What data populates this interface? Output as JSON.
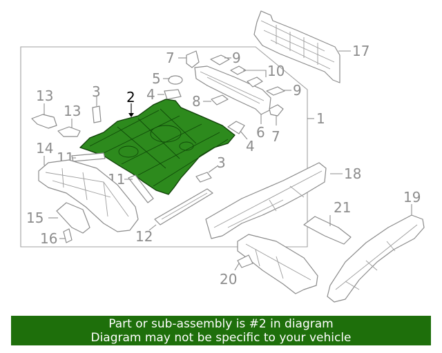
{
  "callouts": {
    "c1": "1",
    "c2": "2",
    "c3a": "3",
    "c3b": "3",
    "c4a": "4",
    "c4b": "4",
    "c5": "5",
    "c6": "6",
    "c7a": "7",
    "c7b": "7",
    "c8": "8",
    "c9a": "9",
    "c9b": "9",
    "c10": "10",
    "c11a": "11",
    "c11b": "11",
    "c12": "12",
    "c13a": "13",
    "c13b": "13",
    "c14": "14",
    "c15": "15",
    "c16": "16",
    "c17": "17",
    "c18": "18",
    "c19": "19",
    "c20": "20",
    "c21": "21"
  },
  "highlighted_part": "2",
  "colors": {
    "highlight_fill": "#2d8a1d",
    "banner_bg": "#1e6f0b",
    "callout_gray": "#8c8c8c"
  },
  "banner": {
    "line1": "Part or sub-assembly is #2 in diagram",
    "line2": "Diagram may not be specific to your vehicle"
  }
}
